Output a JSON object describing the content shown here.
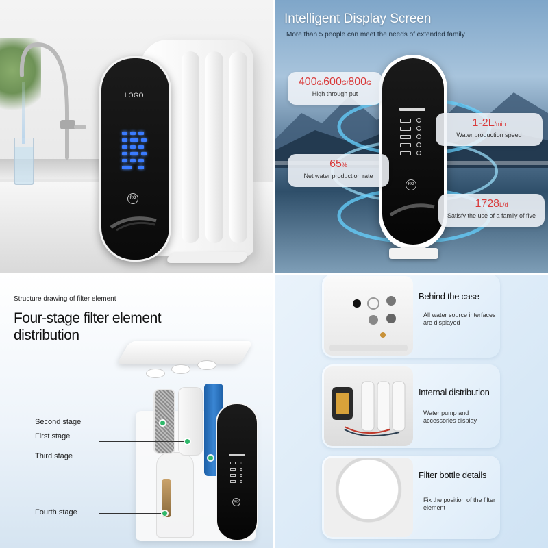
{
  "q1": {
    "panel_logo": "LOGO",
    "ro_badge": "RO"
  },
  "q2": {
    "title": "Intelligent Display Screen",
    "subtitle": "More than 5 people can meet the needs of extended family",
    "ro_badge": "RO",
    "specs": [
      {
        "value_parts": [
          "400",
          "G",
          "/",
          "600",
          "G",
          "/",
          "800",
          "G"
        ],
        "label": "High through put"
      },
      {
        "value": "1-2L",
        "unit": "/min",
        "label": "Water production speed"
      },
      {
        "value": "65",
        "unit": "%",
        "label": "Net water production rate"
      },
      {
        "value": "1728",
        "unit": "L/d",
        "label": "Satisfy the use of a family of five"
      }
    ],
    "colors": {
      "accent": "#d93a3a"
    }
  },
  "q3": {
    "caption": "Structure drawing of filter element",
    "title": "Four-stage filter element distribution",
    "ro_badge": "RO",
    "stages": [
      {
        "label": "Second stage"
      },
      {
        "label": "First stage"
      },
      {
        "label": "Third stage"
      },
      {
        "label": "Fourth stage"
      }
    ],
    "colors": {
      "marker": "#2fb86a"
    }
  },
  "q4": {
    "cards": [
      {
        "title": "Behind the case",
        "desc": "All water source interfaces are displayed"
      },
      {
        "title": "Internal distribution",
        "desc": "Water pump and accessories display"
      },
      {
        "title": "Filter bottle details",
        "desc": "Fix the position of the filter element"
      }
    ]
  }
}
